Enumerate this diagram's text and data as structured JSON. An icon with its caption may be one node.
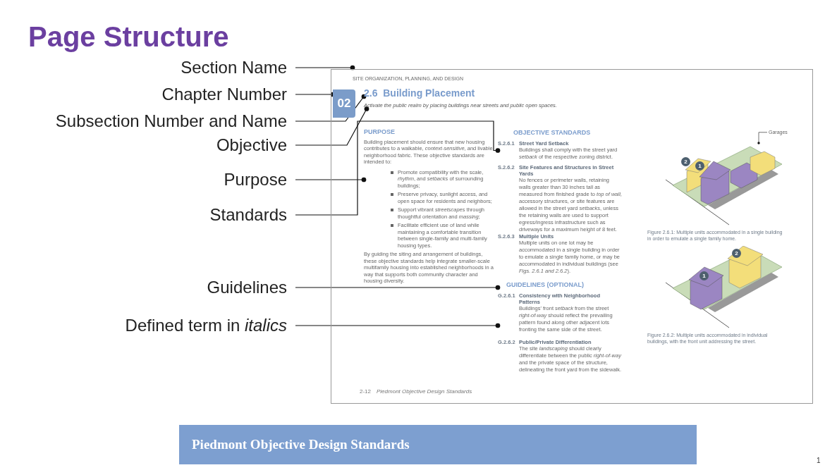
{
  "diagram": {
    "title": "Page Structure",
    "nodes": [
      {
        "text": [
          "Section Name"
        ]
      },
      {
        "text": [
          "Chapter Number"
        ]
      },
      {
        "text": [
          "Subsection Number and Name"
        ]
      },
      {
        "text": [
          "Objective"
        ]
      },
      {
        "text": [
          "Purpose"
        ]
      },
      {
        "text": [
          "Standards"
        ]
      },
      {
        "text": [
          "Guidelines"
        ]
      },
      {
        "text": [
          "Defined term in *italics*"
        ]
      },
      {
        "text": [],
        "shape": "box"
      },
      {
        "text": [
          "SITE ORGANIZATION, PLANNING, AND DESIGN"
        ],
        "in": 8
      },
      {
        "text": [
          "02"
        ],
        "in": 8
      },
      {
        "text": [
          "2.6  Building Placement"
        ],
        "in": 8
      },
      {
        "text": [
          "Activate the public realm by placing buildings near streets and public open spaces."
        ],
        "in": 8
      },
      {
        "text": [
          "PURPOSE",
          "Building placement should ensure that new housing contributes to a walkable, *context-sensitive*, and livable neighborhood fabric. These objective standards are intended to:",
          "Promote compatibility with the scale, *rhythm*, and *setbacks* of surrounding buildings;",
          "Preserve privacy, sunlight access, and open space for residents and neighbors;",
          "Support vibrant *streetscapes* through thoughtful orientation and *massing*;",
          "Facilitate efficient use of land while maintaining a comfortable transition between single-family and multi-family housing types.",
          "By guiding the siting and arrangement of buildings, these objective standards help integrate smaller-scale multifamily housing into established neighborhoods in a way that supports both community character and housing diversity."
        ],
        "in": 8
      },
      {
        "text": [
          "S.2.6.1",
          "Street Yard Setback",
          "Buildings shall comply with the street yard *setback* of the respective zoning district."
        ],
        "in": 8
      },
      {
        "text": [
          "S.2.6.2",
          "Site Features and Structures in Street Yards",
          "No fences or perimeter walls, retaining walls greater than 30 inches tall as measured from finished grade to *top of wall*, accessory structures, or site features are allowed in the street yard *setbacks*, unless the retaining walls are used to support egress/ingress infrastructure such as driveways for a maximum height of 8 feet."
        ],
        "in": 8
      },
      {
        "text": [
          "S.2.6.3",
          "Multiple Units",
          "Multiple units on one lot may be accommodated in a single building in order to emulate a single family home, or may be accommodated in individual buildings (see *Figs. 2.6.1 and 2.6.2*)."
        ],
        "in": 8
      },
      {
        "text": [
          "G.2.6.1",
          "Consistency with Neighborhood Patterns",
          "Buildings' front *setback* from the street *right-of-way* should reflect the prevailing pattern found along other adjacent lots fronting the same side of the street."
        ],
        "in": 8
      },
      {
        "text": [
          "G.2.6.2",
          "Public/Private Differentiation",
          "The site *landscaping* should clearly differentiate between the public *right-of-way* and the private space of the structure, delineating the front yard from the sidewalk."
        ],
        "in": 8
      },
      {
        "text": [],
        "shape": "picture",
        "beside": [
          "Figure 2.6.1: Multiple units accommodated in a single building in order to emulate a single family home."
        ],
        "in": 8
      },
      {
        "text": [
          "Garages"
        ],
        "in": 8
      },
      {
        "text": [],
        "shape": "picture",
        "beside": [
          "Figure 2.6.2:  Multiple units accommodated in individual buildings, with the front unit addressing the street."
        ],
        "in": 8
      },
      {
        "text": [
          "Piedmont Objective Design Standards"
        ]
      }
    ],
    "edges": [
      {
        "from": 0,
        "to": 9,
        "arrow": "other"
      },
      {
        "from": 1,
        "to": 10,
        "arrow": "other"
      },
      {
        "from": 2,
        "to": 11,
        "arrow": "other"
      },
      {
        "from": 3,
        "to": 12,
        "arrow": "other"
      },
      {
        "from": 4,
        "to": 13,
        "arrow": "other"
      },
      {
        "from": 5,
        "to": 14,
        "arrow": "other"
      },
      {
        "from": 6,
        "to": 17,
        "arrow": "other"
      },
      {
        "from": 7,
        "to": 18,
        "arrow": "other"
      },
      {
        "from": 20,
        "to": 19,
        "arrow": "other"
      }
    ],
    "labels": [
      "OBJECTIVE STANDARDS",
      "2",
      "1",
      "GUIDELINES (OPTIONAL)",
      "2",
      "1",
      "2-12",
      "Piedmont Objective Design Standards",
      "1"
    ]
  }
}
